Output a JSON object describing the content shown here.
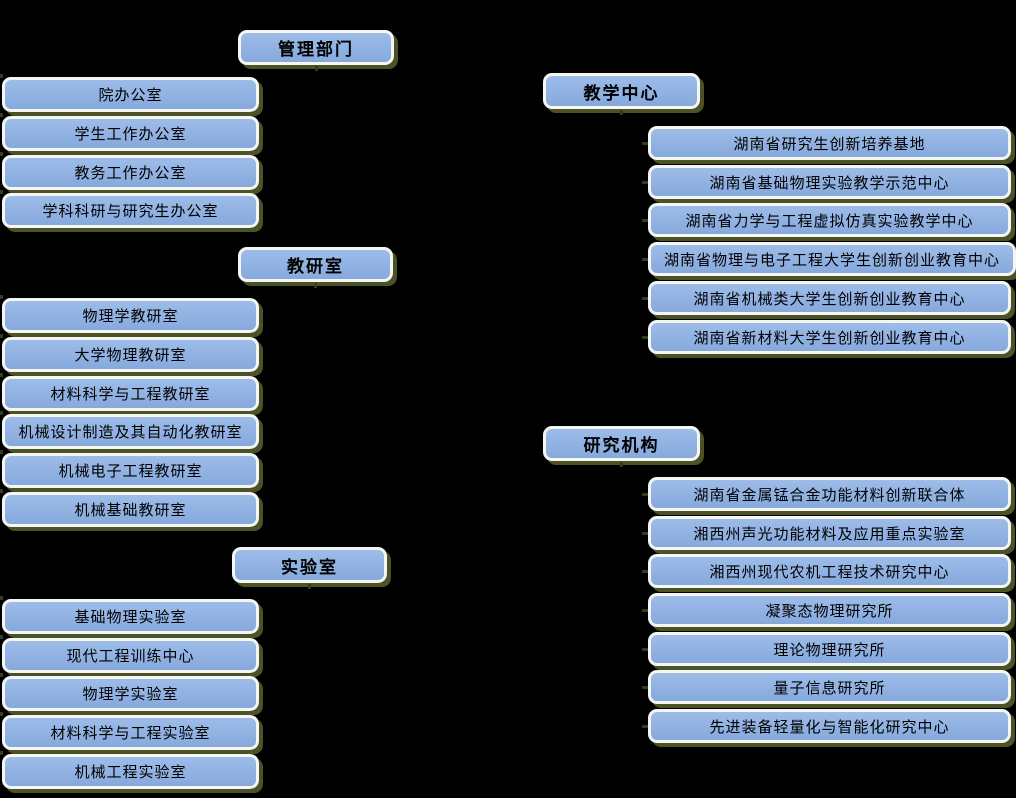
{
  "canvas": {
    "background": "#000000"
  },
  "colors": {
    "box_fill_top": "#9dbce9",
    "box_fill_bottom": "#86a9dc",
    "box_border": "#f5f5f2",
    "box_shadow": "#4b5326",
    "text": "#000000"
  },
  "sections": [
    {
      "title": "管理部门",
      "items": [
        "院办公室",
        "学生工作办公室",
        "教务工作办公室",
        "学科科研与研究生办公室"
      ]
    },
    {
      "title": "教研室",
      "items": [
        "物理学教研室",
        "大学物理教研室",
        "材料科学与工程教研室",
        "机械设计制造及其自动化教研室",
        "机械电子工程教研室",
        "机械基础教研室"
      ]
    },
    {
      "title": "实验室",
      "items": [
        "基础物理实验室",
        "现代工程训练中心",
        "物理学实验室",
        "材料科学与工程实验室",
        "机械工程实验室"
      ]
    },
    {
      "title": "教学中心",
      "items": [
        "湖南省研究生创新培养基地",
        "湖南省基础物理实验教学示范中心",
        "湖南省力学与工程虚拟仿真实验教学中心",
        "湖南省物理与电子工程大学生创新创业教育中心",
        "湖南省机械类大学生创新创业教育中心",
        "湖南省新材料大学生创新创业教育中心"
      ]
    },
    {
      "title": "研究机构",
      "items": [
        "湖南省金属锰合金功能材料创新联合体",
        "湘西州声光功能材料及应用重点实验室",
        "湘西州现代农机工程技术研究中心",
        "凝聚态物理研究所",
        "理论物理研究所",
        "量子信息研究所",
        "先进装备轻量化与智能化研究中心"
      ]
    }
  ]
}
